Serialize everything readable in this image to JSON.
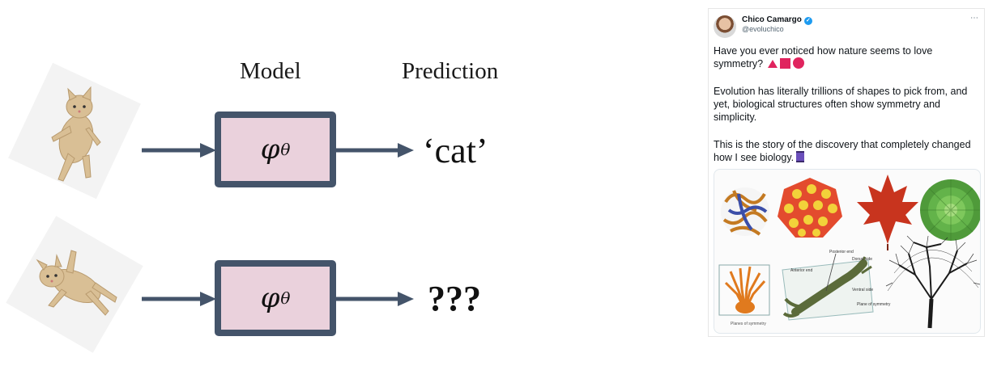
{
  "diagram": {
    "headings": {
      "model": "Model",
      "prediction": "Prediction"
    },
    "rows": [
      {
        "model_symbol": "φ",
        "model_subscript": "θ",
        "prediction": "‘cat’"
      },
      {
        "model_symbol": "φ",
        "model_subscript": "θ",
        "prediction": "???"
      }
    ],
    "colors": {
      "box_fill": "#ead1dc",
      "box_border": "#44546a",
      "arrow": "#44546a"
    }
  },
  "tweet": {
    "author_name": "Chico Camargo",
    "handle": "@evoluchico",
    "more_icon": "⋯",
    "paragraphs": [
      "Have you ever noticed how nature seems to love symmetry?",
      "Evolution has literally trillions of shapes to pick from, and yet, biological structures often show symmetry and simplicity.",
      "This is the story of the discovery that completely changed how I see biology."
    ],
    "image_labels": {
      "posterior_end": "Posterior end",
      "dorsal_side": "Dorsal side",
      "anterior_end": "Anterior end",
      "ventral_side": "Ventral side",
      "plane_of_symmetry": "Plane of symmetry",
      "planes_of_symmetry": "Planes of symmetry"
    },
    "accent_color": "#e0245e"
  }
}
